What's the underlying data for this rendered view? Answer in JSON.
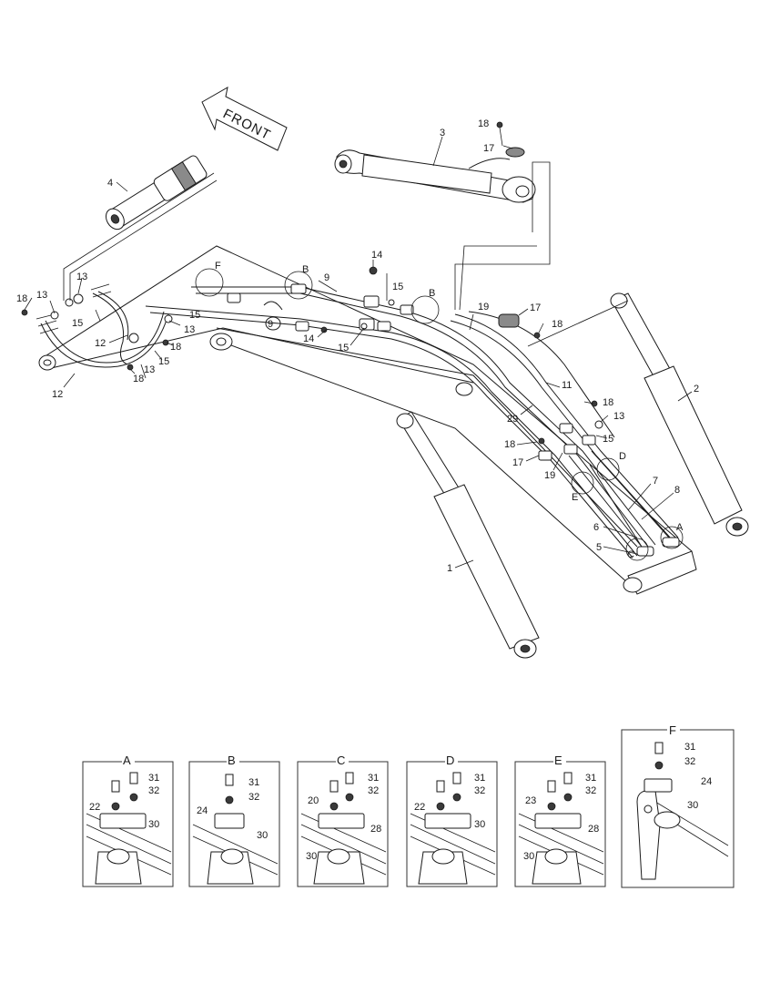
{
  "front_label": "FRONT",
  "labels": {
    "l1": "1",
    "l2": "2",
    "l3": "3",
    "l4": "4",
    "l5": "5",
    "l6": "6",
    "l7": "7",
    "l8": "8",
    "l9a": "9",
    "l9b": "9",
    "l11": "11",
    "l12a": "12",
    "l12b": "12",
    "l13a": "13",
    "l13b": "13",
    "l13c": "13",
    "l13d": "13",
    "l14a": "14",
    "l14b": "14",
    "l15a": "15",
    "l15b": "15",
    "l15c": "15",
    "l15d": "15",
    "l15e": "15",
    "l17a": "17",
    "l17b": "17",
    "l17c": "17",
    "l18a": "18",
    "l18b": "18",
    "l18c": "18",
    "l18d": "18",
    "l18e": "18",
    "l18f": "18",
    "l19a": "19",
    "l19b": "19",
    "l29": "29",
    "callA": "A",
    "callB1": "B",
    "callB2": "B",
    "callC": "C",
    "callD": "D",
    "callE": "E",
    "callF": "F"
  },
  "details": [
    {
      "title": "A",
      "parts": [
        "31",
        "32",
        "22",
        "30"
      ]
    },
    {
      "title": "B",
      "parts": [
        "31",
        "32",
        "24",
        "30"
      ]
    },
    {
      "title": "C",
      "parts": [
        "31",
        "32",
        "20",
        "28",
        "30"
      ]
    },
    {
      "title": "D",
      "parts": [
        "31",
        "32",
        "22",
        "30"
      ]
    },
    {
      "title": "E",
      "parts": [
        "31",
        "32",
        "23",
        "28",
        "30"
      ]
    },
    {
      "title": "F",
      "parts": [
        "31",
        "32",
        "24",
        "30"
      ]
    }
  ]
}
